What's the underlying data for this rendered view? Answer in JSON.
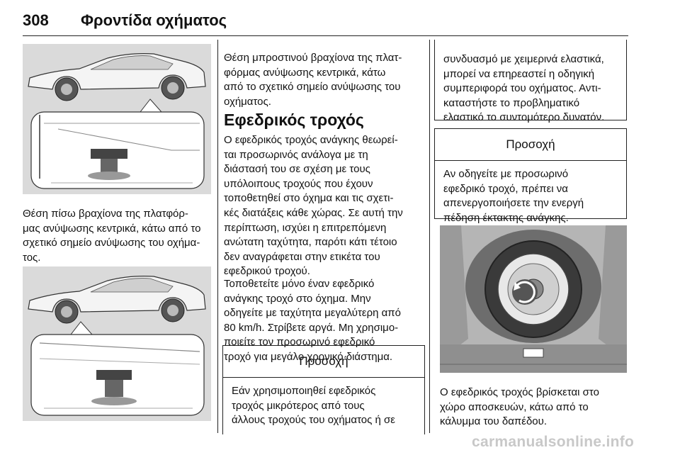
{
  "header": {
    "page_number": "308",
    "title": "Φροντίδα οχήματος"
  },
  "left": {
    "figure1_alt": "rear-jack-position-illustration",
    "caption1_lines": [
      "Θέση πίσω βραχίονα της πλατφόρ-",
      "μας ανύψωσης κεντρικά, κάτω από το",
      "σχετικό σημείο ανύψωσης του οχήμα-",
      "τος."
    ],
    "figure2_alt": "front-jack-position-illustration"
  },
  "middle": {
    "intro_lines": [
      "Θέση μπροστινού βραχίονα της πλατ-",
      "φόρμας ανύψωσης κεντρικά, κάτω",
      "από το σχετικό σημείο ανύψωσης του",
      "οχήματος."
    ],
    "heading": "Εφεδρικός τροχός",
    "para1_lines": [
      "Ο εφεδρικός τροχός ανάγκης θεωρεί-",
      "ται προσωρινός ανάλογα με τη",
      "διάστασή του σε σχέση με τους",
      "υπόλοιπους τροχούς που έχουν",
      "τοποθετηθεί στο όχημα και τις σχετι-",
      "κές διατάξεις κάθε χώρας. Σε αυτή την",
      "περίπτωση, ισχύει η επιτρεπόμενη",
      "ανώτατη ταχύτητα, παρότι κάτι τέτοιο",
      "δεν αναγράφεται στην ετικέτα του",
      "εφεδρικού τροχού."
    ],
    "para2_lines": [
      "Τοποθετείτε μόνο έναν εφεδρικό",
      "ανάγκης τροχό στο όχημα. Μην",
      "οδηγείτε με ταχύτητα μεγαλύτερη από",
      "80 km/h. Στρίβετε αργά. Μη χρησιμο-",
      "ποιείτε τον προσωρινό εφεδρικό",
      "τροχό για μεγάλο χρονικό διάστημα."
    ],
    "warning": {
      "title": "Προσοχή",
      "lines": [
        "Εάν χρησιμοποιηθεί εφεδρικός",
        "τροχός μικρότερος από τους",
        "άλλους τροχούς του οχήματος ή σε"
      ]
    }
  },
  "right": {
    "cont_lines": [
      "συνδυασμό με χειμερινά ελαστικά,",
      "μπορεί να επηρεαστεί η οδηγική",
      "συμπεριφορά του οχήματος. Αντι-",
      "καταστήστε το προβληματικό",
      "ελαστικό το συντομότερο δυνατόν."
    ],
    "warning": {
      "title": "Προσοχή",
      "lines": [
        "Αν οδηγείτε με προσωρινό",
        "εφεδρικό τροχό, πρέπει να",
        "απενεργοποιήσετε την ενεργή",
        "πέδηση έκτακτης ανάγκης."
      ]
    },
    "figure_alt": "spare-wheel-in-trunk-illustration",
    "caption_lines": [
      "Ο εφεδρικός τροχός βρίσκεται στο",
      "χώρο αποσκευών, κάτω από το",
      "κάλυμμα του δαπέδου."
    ]
  },
  "watermark": "carmanualsonline.info"
}
